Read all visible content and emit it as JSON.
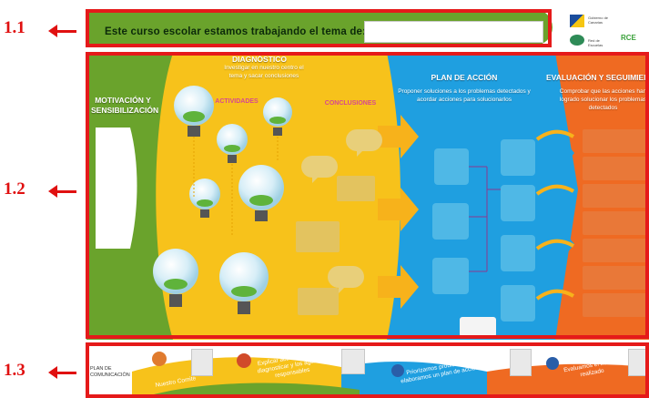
{
  "labels": {
    "s1": "1.1",
    "s2": "1.2",
    "s3": "1.3"
  },
  "header": {
    "prompt": "Este curso escolar estamos trabajando el tema de:",
    "topic_value": ""
  },
  "logos": {
    "logo1_line1": "Gobierno de Canarias",
    "logo2_line1": "Red de Escuelas",
    "logo3_text": "RCE"
  },
  "poster": {
    "col1_title": "MOTIVACIÓN Y SENSIBILIZACIÓN",
    "col2_title": "DIAGNÓSTICO",
    "col2_sub": "Investigar en nuestro centro el tema y sacar conclusiones",
    "col2_left": "ACTIVIDADES",
    "col2_right": "CONCLUSIONES",
    "col3_title": "PLAN DE ACCIÓN",
    "col3_sub": "Proponer soluciones a los problemas detectados y acordar acciones para solucionarlos",
    "col4_title": "EVALUACIÓN Y SEGUIMIENTO",
    "col4_sub": "Comprobar que las acciones han logrado solucionar los problemas detectados"
  },
  "bottom": {
    "t1": "PLAN DE COMUNICACIÓN",
    "t2": "Nuestro Comité",
    "t3": "Explicar actividades para diagnosticar y los agentes responsables",
    "t4": "Priorizamos problemas y elaboramos un plan de acción",
    "t5": "Evaluamos el trabajo realizado"
  },
  "colors": {
    "green": "#6aa32c",
    "yellow": "#f7c21b",
    "blue": "#1f9fe0",
    "orange": "#ef6a22",
    "red": "#e51a1a"
  }
}
